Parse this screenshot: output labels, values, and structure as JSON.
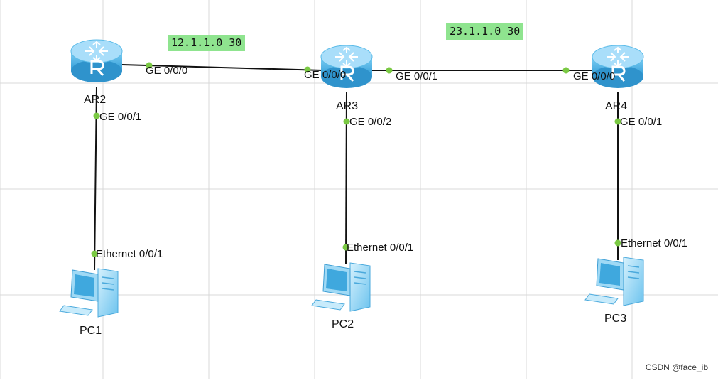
{
  "subnets": [
    {
      "id": "s1",
      "label": "12.1.1.0 30"
    },
    {
      "id": "s2",
      "label": "23.1.1.0 30"
    }
  ],
  "devices": [
    {
      "id": "ar2",
      "type": "router",
      "name": "AR2"
    },
    {
      "id": "ar3",
      "type": "router",
      "name": "AR3"
    },
    {
      "id": "ar4",
      "type": "router",
      "name": "AR4"
    },
    {
      "id": "pc1",
      "type": "pc",
      "name": "PC1"
    },
    {
      "id": "pc2",
      "type": "pc",
      "name": "PC2"
    },
    {
      "id": "pc3",
      "type": "pc",
      "name": "PC3"
    }
  ],
  "links": [
    {
      "from": "ar2",
      "from_if": "GE 0/0/0",
      "to": "ar3",
      "to_if": "GE 0/0/0"
    },
    {
      "from": "ar3",
      "from_if": "GE 0/0/1",
      "to": "ar4",
      "to_if": "GE 0/0/0"
    },
    {
      "from": "ar2",
      "from_if": "GE 0/0/1",
      "to": "pc1",
      "to_if": "Ethernet 0/0/1"
    },
    {
      "from": "ar3",
      "from_if": "GE 0/0/2",
      "to": "pc2",
      "to_if": "Ethernet 0/0/1"
    },
    {
      "from": "ar4",
      "from_if": "GE 0/0/1",
      "to": "pc3",
      "to_if": "Ethernet 0/0/1"
    }
  ],
  "colors": {
    "router_body": "#4fb6e8",
    "router_top": "#a9defa",
    "pc_body": "#9fd9f5",
    "pc_screen": "#3fa8de",
    "port_dot": "#7ac943",
    "link": "#111111",
    "grid": "#d9d9d9",
    "subnet_bg": "#8fe48f"
  },
  "watermark": "CSDN @face_ib"
}
